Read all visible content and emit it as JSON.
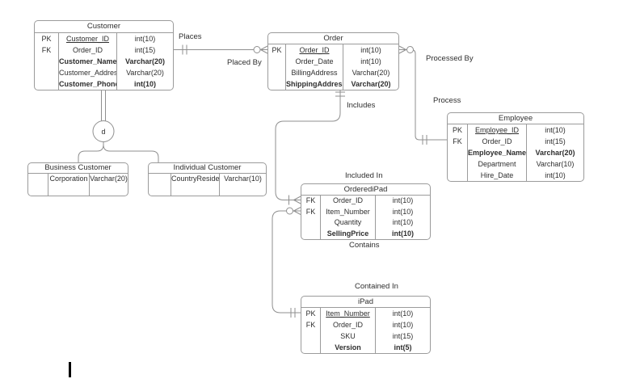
{
  "colors": {
    "line": "#8f8f8f",
    "border": "#9b9b9b",
    "text": "#2e2e2e",
    "cursor": "#000000",
    "background": "#ffffff"
  },
  "entities": [
    {
      "id": "customer",
      "title": "Customer",
      "rows": [
        {
          "key": "PK",
          "name": "Customer_ID",
          "type": "int(10)",
          "underline": true
        },
        {
          "key": "FK",
          "name": "Order_ID",
          "type": "int(15)"
        },
        {
          "key": "",
          "name": "Customer_Name",
          "type": "Varchar(20)",
          "bold": true
        },
        {
          "key": "",
          "name": "Customer_Address",
          "type": "Varchar(20)"
        },
        {
          "key": "",
          "name": "Customer_Phone",
          "type": "int(10)",
          "bold": true
        }
      ]
    },
    {
      "id": "order",
      "title": "Order",
      "rows": [
        {
          "key": "PK",
          "name": "Order_ID",
          "type": "int(10)",
          "underline": true
        },
        {
          "key": "",
          "name": "Order_Date",
          "type": "int(10)"
        },
        {
          "key": "",
          "name": "BillingAddress",
          "type": "Varchar(20)"
        },
        {
          "key": "",
          "name": "ShippingAddress",
          "type": "Varchar(20)",
          "bold": true
        }
      ]
    },
    {
      "id": "employee",
      "title": "Employee",
      "rows": [
        {
          "key": "PK",
          "name": "Employee_ID",
          "type": "int(10)",
          "underline": true
        },
        {
          "key": "FK",
          "name": "Order_ID",
          "type": "int(15)"
        },
        {
          "key": "",
          "name": "Employee_Name",
          "type": "Varchar(20)",
          "bold": true
        },
        {
          "key": "",
          "name": "Department",
          "type": "Varchar(10)"
        },
        {
          "key": "",
          "name": "Hire_Date",
          "type": "int(10)"
        }
      ]
    },
    {
      "id": "business-customer",
      "title": "Business Customer",
      "rows": [
        {
          "key": "",
          "name": "Corporation",
          "type": "Varchar(20)"
        },
        {
          "key": "",
          "name": "",
          "type": ""
        }
      ]
    },
    {
      "id": "individual-customer",
      "title": "Individual Customer",
      "rows": [
        {
          "key": "",
          "name": "CountryResidence",
          "type": "Varchar(10)"
        },
        {
          "key": "",
          "name": "",
          "type": ""
        }
      ]
    },
    {
      "id": "ordered-ipad",
      "title": "OrderediPad",
      "rows": [
        {
          "key": "FK",
          "name": "Order_ID",
          "type": "int(10)"
        },
        {
          "key": "FK",
          "name": "Item_Number",
          "type": "int(10)"
        },
        {
          "key": "",
          "name": "Quantity",
          "type": "int(10)"
        },
        {
          "key": "",
          "name": "SellingPrice",
          "type": "int(10)",
          "bold": true
        }
      ]
    },
    {
      "id": "ipad",
      "title": "iPad",
      "rows": [
        {
          "key": "PK",
          "name": "Item_Number",
          "type": "int(10)",
          "underline": true
        },
        {
          "key": "FK",
          "name": "Order_ID",
          "type": "int(10)"
        },
        {
          "key": "",
          "name": "SKU",
          "type": "int(15)"
        },
        {
          "key": "",
          "name": "Version",
          "type": "int(5)",
          "bold": true
        }
      ]
    }
  ],
  "labels": {
    "places": "Places",
    "placed_by": "Placed By",
    "processed_by": "Processed By",
    "process": "Process",
    "includes": "Includes",
    "included_in": "Included In",
    "contains": "Contains",
    "contained_in": "Contained In"
  },
  "subtype": {
    "label": "d"
  }
}
